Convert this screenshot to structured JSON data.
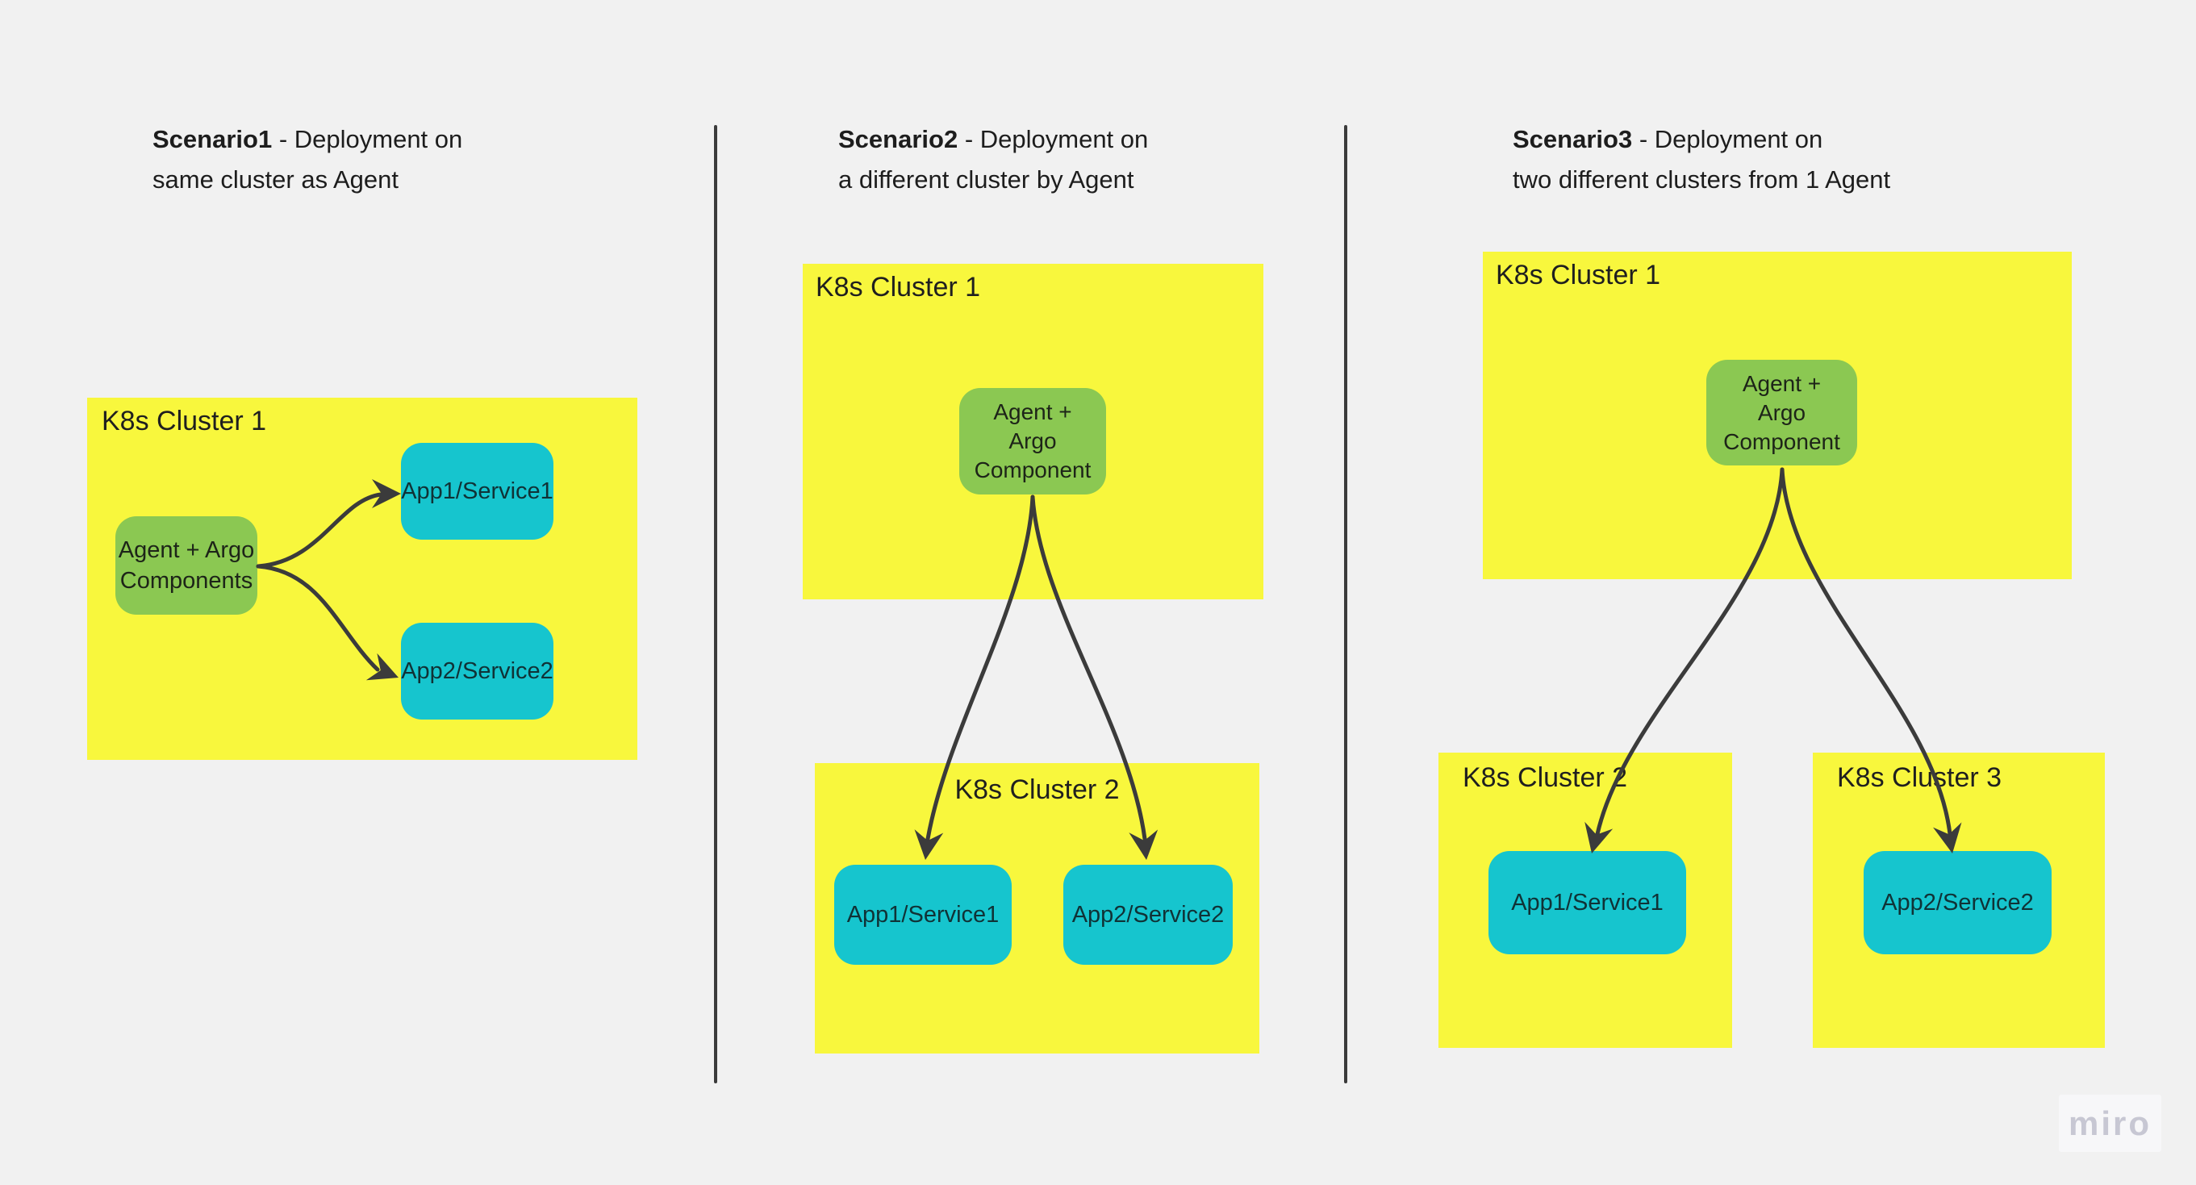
{
  "board": {
    "background": "#f1f1f1",
    "colors": {
      "cluster_fill": "#f8f73d",
      "agent_fill": "#8bc852",
      "app_fill": "#16c5ce",
      "connector_stroke": "#3b3b3b",
      "text": "#1d1d1d",
      "watermark_text": "#c7c7d3"
    }
  },
  "scenarios": {
    "s1": {
      "title": {
        "bold": "Scenario1",
        "rest": " - Deployment on",
        "line2": "same cluster as Agent"
      },
      "cluster1_label": "K8s Cluster 1",
      "agent_label": "Agent + Argo\nComponents",
      "app1_label": "App1/Service1",
      "app2_label": "App2/Service2"
    },
    "s2": {
      "title": {
        "bold": "Scenario2",
        "rest": " - Deployment on",
        "line2": "a different cluster by Agent"
      },
      "cluster1_label": "K8s Cluster 1",
      "cluster2_label": "K8s Cluster 2",
      "agent_label": "Agent +\nArgo\nComponent",
      "app1_label": "App1/Service1",
      "app2_label": "App2/Service2"
    },
    "s3": {
      "title": {
        "bold": "Scenario3",
        "rest": " - Deployment on",
        "line2": "two different clusters from 1 Agent"
      },
      "cluster1_label": "K8s Cluster 1",
      "cluster2_label": "K8s Cluster 2",
      "cluster3_label": "K8s Cluster 3",
      "agent_label": "Agent +\nArgo\nComponent",
      "app1_label": "App1/Service1",
      "app2_label": "App2/Service2"
    }
  },
  "watermark": {
    "label": "miro"
  }
}
